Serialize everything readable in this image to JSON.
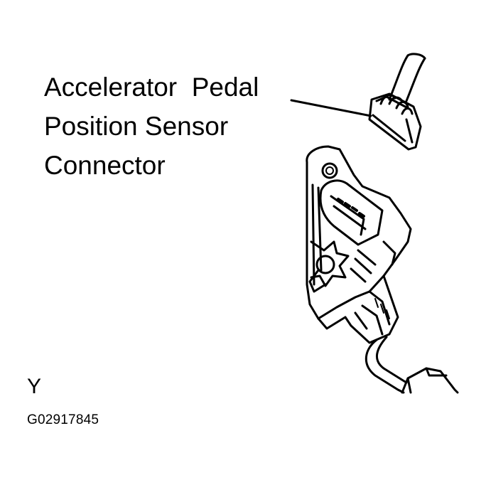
{
  "callout": {
    "line1": "Accelerator  Pedal",
    "line2": "Position Sensor",
    "line3": "Connector"
  },
  "view_letter": "Y",
  "figure_code": "G02917845",
  "colors": {
    "ink": "#000000",
    "background": "#ffffff"
  }
}
